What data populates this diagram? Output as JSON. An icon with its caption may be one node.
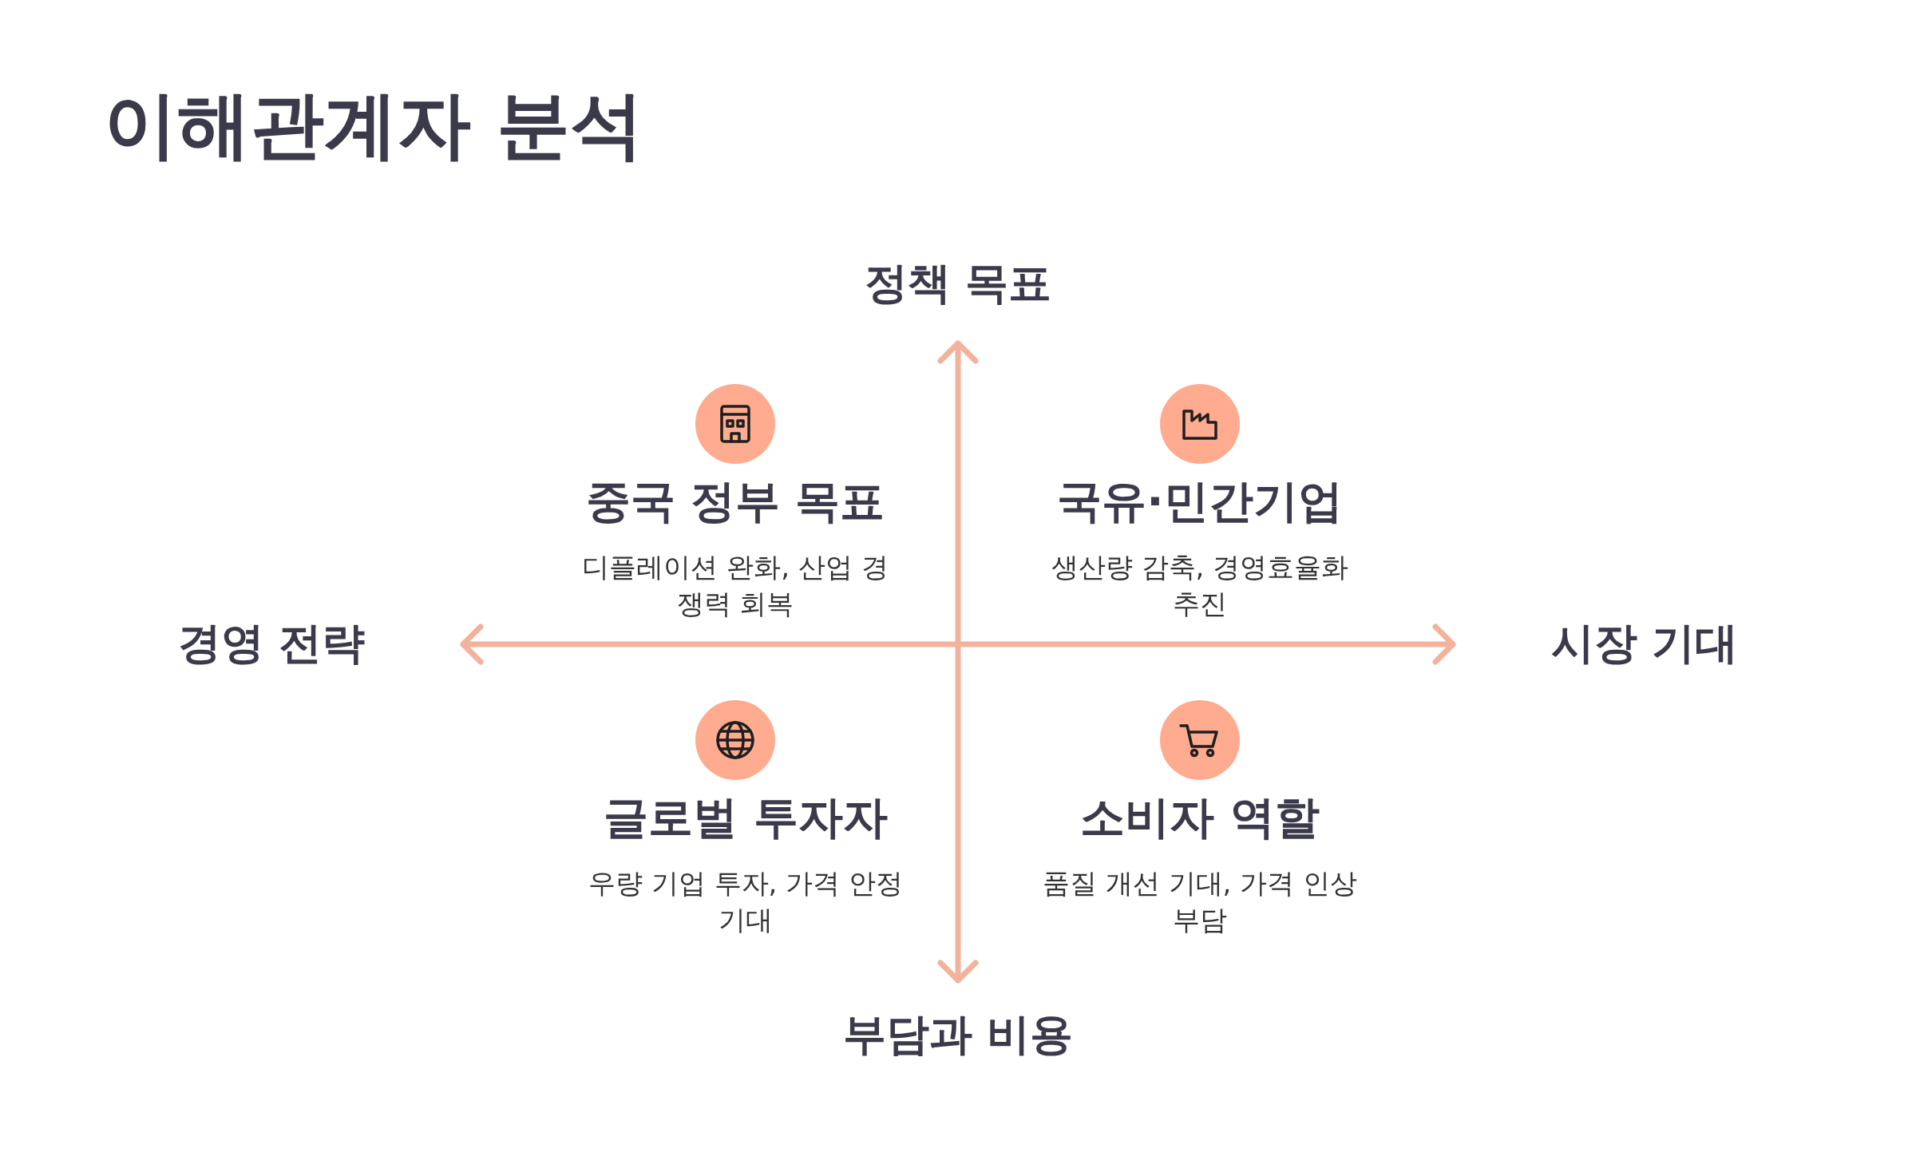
{
  "diagram": {
    "title": "이해관계자 분석",
    "nodes": [
      {
        "text": [
          "중국 정부 목표",
          "디플레이션 완화, 산업 경쟁력 회복"
        ]
      },
      {
        "text": [
          "국유·민간기업",
          "생산량 감축, 경영효율화 추진"
        ]
      },
      {
        "text": [
          "글로벌 투자자",
          "우량 기업 투자, 가격 안정 기대"
        ]
      },
      {
        "text": [
          "소비자 역할",
          "품질 개선 기대, 가격 인상 부담"
        ]
      }
    ],
    "labels": [
      "정책 목표",
      "경영 전략",
      "시장 기대",
      "부담과 비용"
    ]
  }
}
